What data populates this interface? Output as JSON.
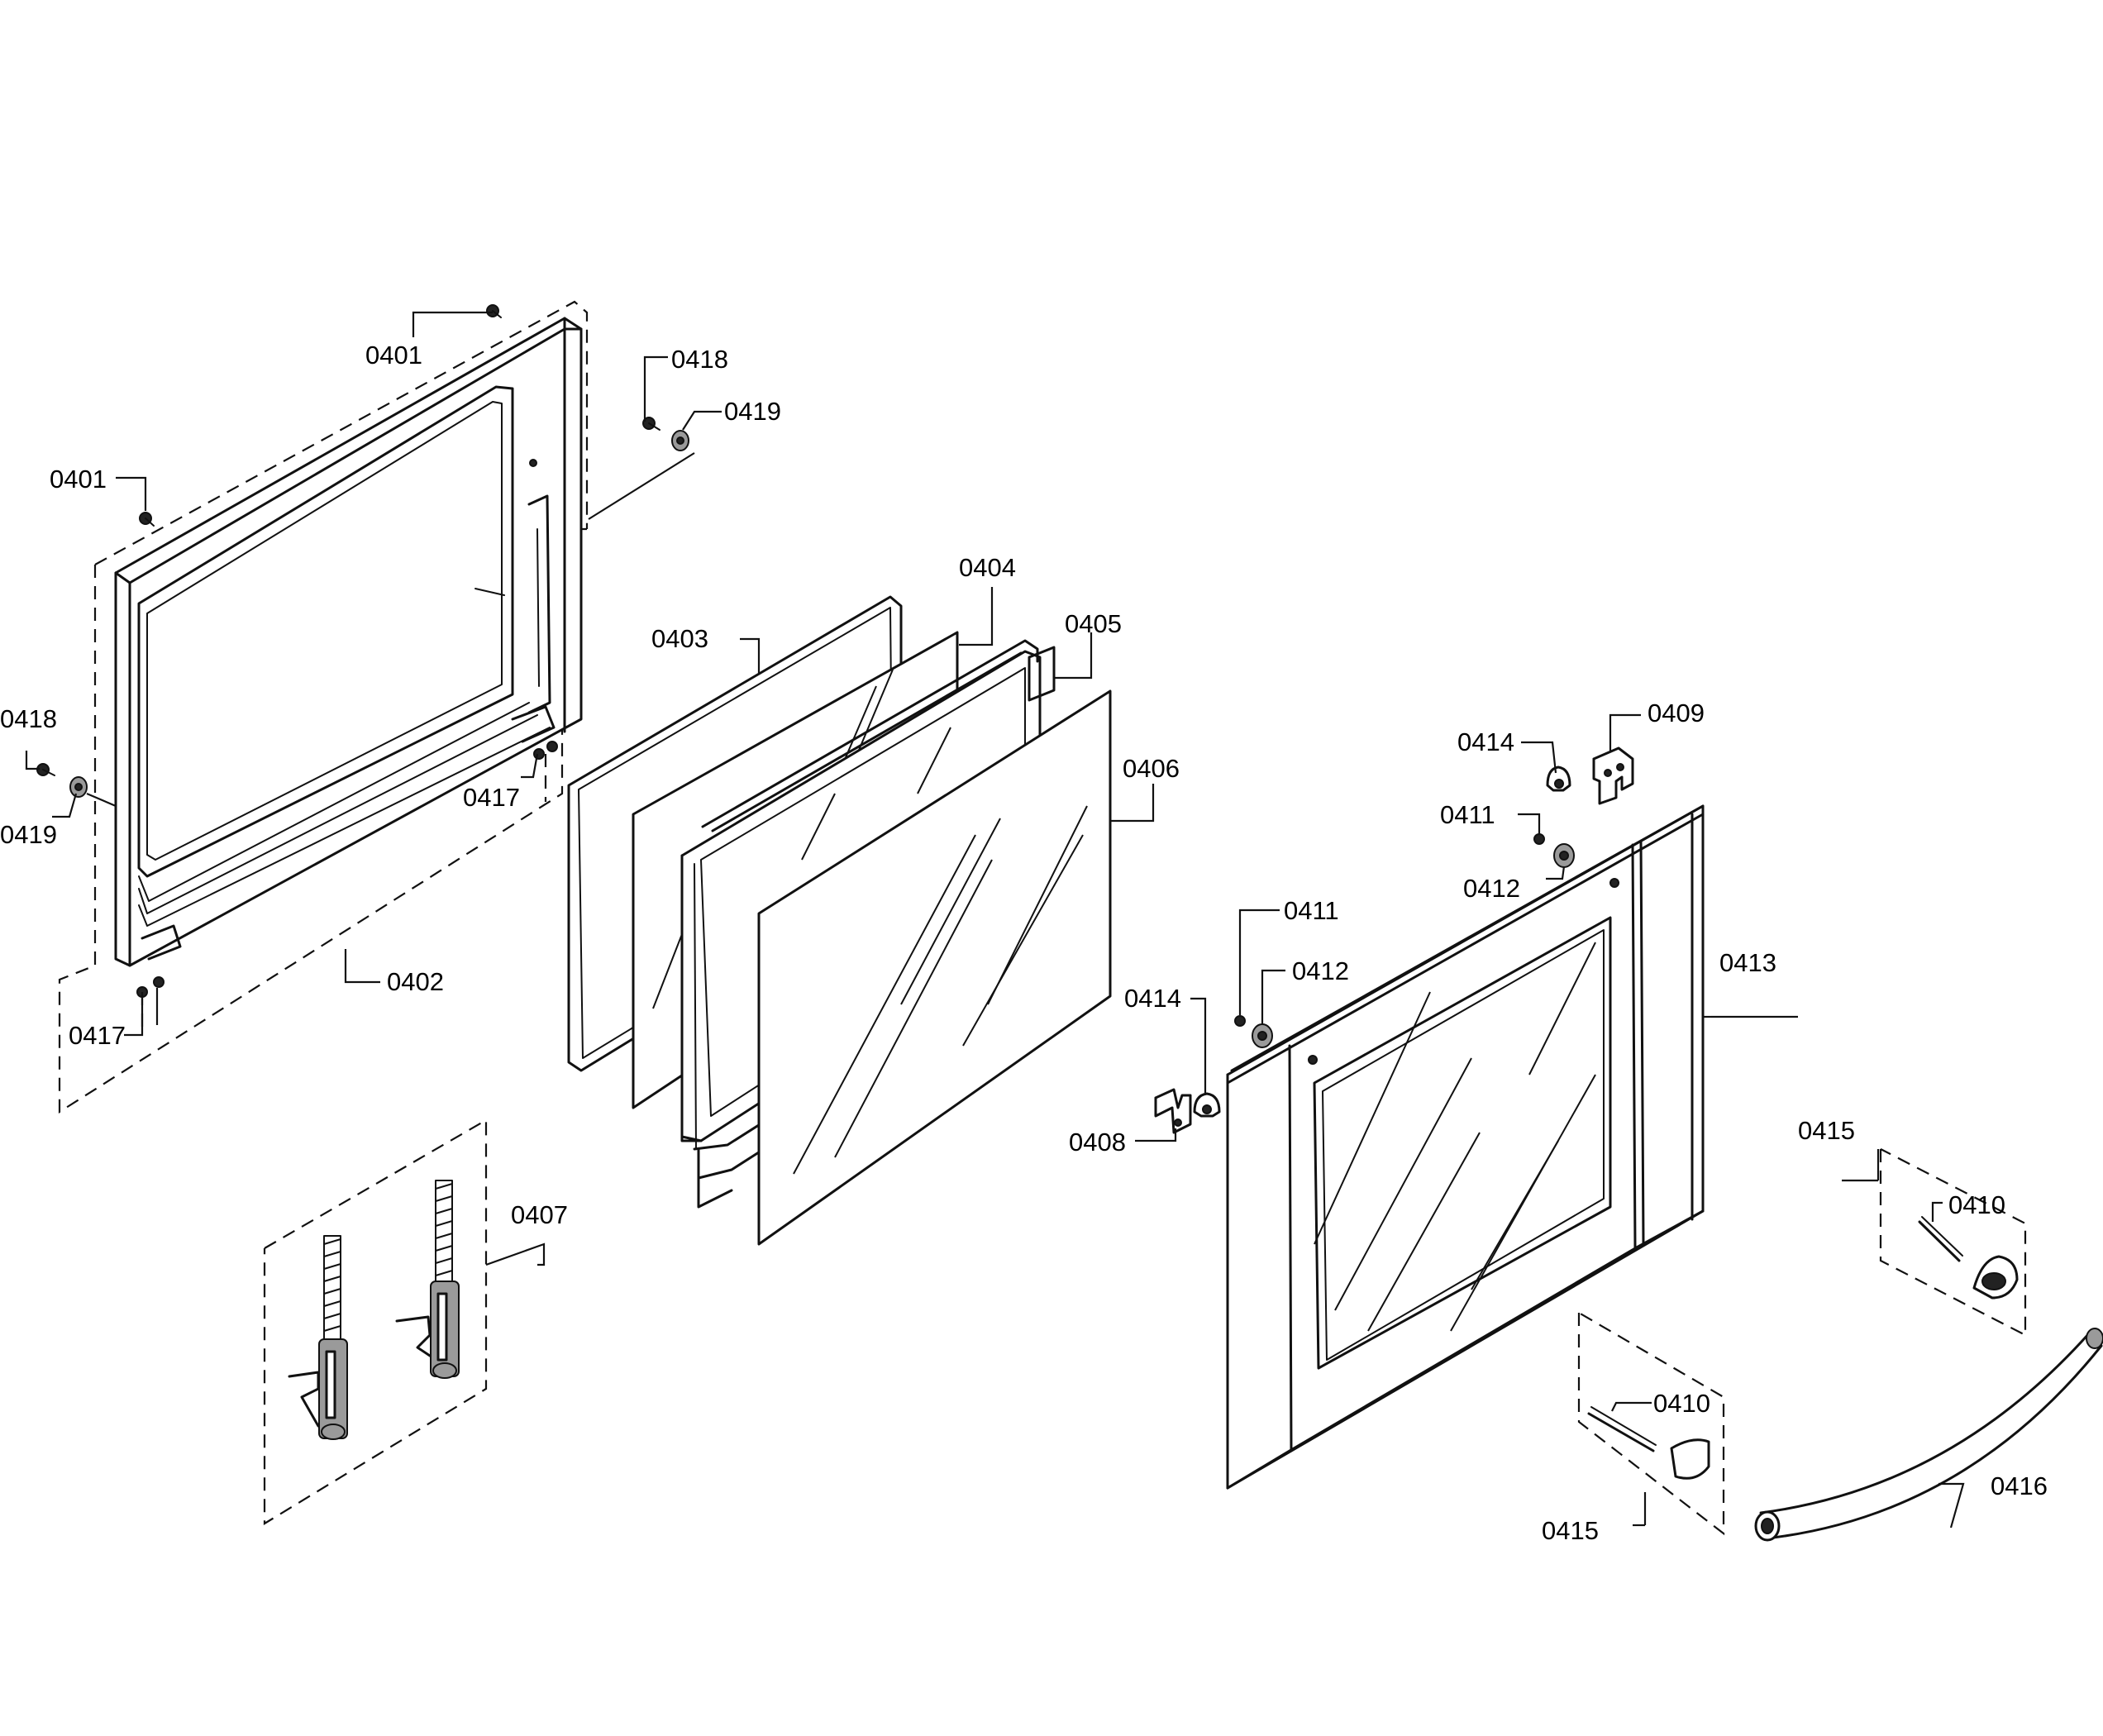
{
  "callouts": {
    "c0401a": "0401",
    "c0401b": "0401",
    "c0418a": "0418",
    "c0419a": "0419",
    "c0418b": "0418",
    "c0419b": "0419",
    "c0417a": "0417",
    "c0417b": "0417",
    "c0402": "0402",
    "c0403": "0403",
    "c0404": "0404",
    "c0405": "0405",
    "c0406": "0406",
    "c0407": "0407",
    "c0414a": "0414",
    "c0409": "0409",
    "c0411a": "0411",
    "c0412a": "0412",
    "c0411b": "0411",
    "c0412b": "0412",
    "c0414b": "0414",
    "c0408": "0408",
    "c0413": "0413",
    "c0415a": "0415",
    "c0410a": "0410",
    "c0410b": "0410",
    "c0415b": "0415",
    "c0416": "0416"
  }
}
